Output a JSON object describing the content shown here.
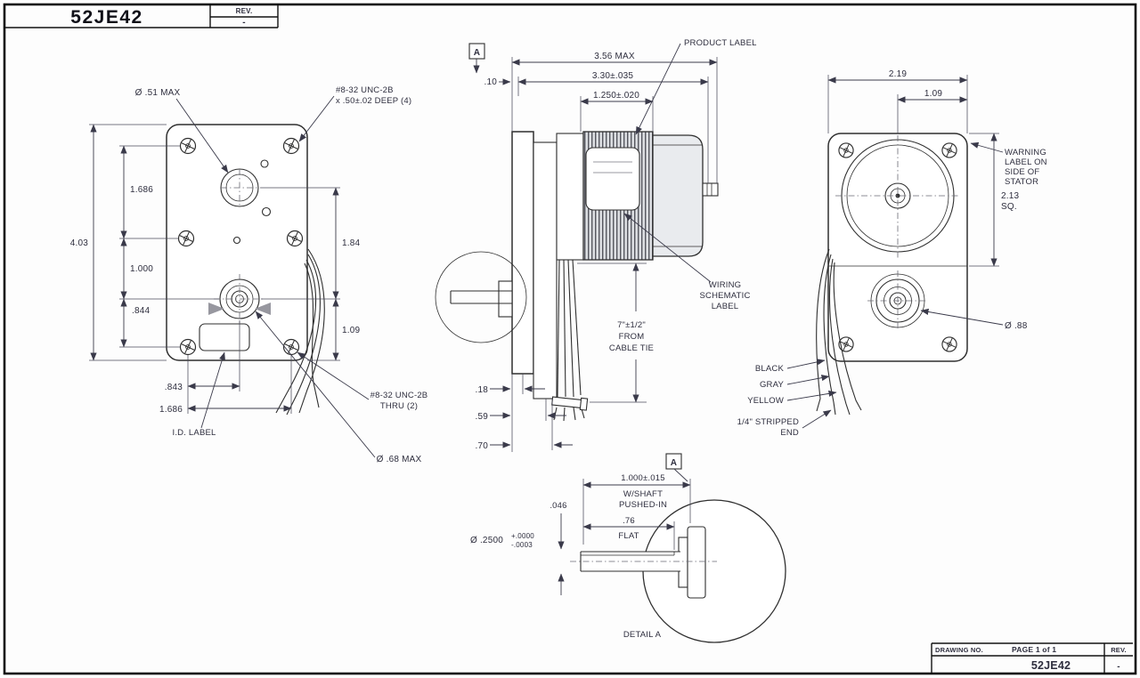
{
  "title_block": {
    "drawing_no": "52JE42",
    "rev_label": "REV.",
    "rev_value": "-"
  },
  "footer_block": {
    "drawing_no_label": "DRAWING NO.",
    "page_label": "PAGE 1 of 1",
    "rev_label": "REV.",
    "drawing_no": "52JE42",
    "rev_value": "-"
  },
  "front_view": {
    "dia_boss": "Ø .51 MAX",
    "tap_spec": [
      "#8-32 UNC-2B",
      "x .50±.02 DEEP (4)"
    ],
    "dim_height": "4.03",
    "dim_screw_span": "1.686",
    "dim_screw_shaft": "1.000",
    "dim_shaft_screw": ".844",
    "dim_boss_shaft": "1.84",
    "dim_shaft_bottom": "1.09",
    "dim_half_span": ".843",
    "dim_span_bottom": "1.686",
    "thru_spec": [
      "#8-32 UNC-2B",
      "THRU (2)"
    ],
    "id_label": "I.D. LABEL",
    "dia_shaft_boss": "Ø .68 MAX"
  },
  "side_view": {
    "section_marker": "A",
    "product_label": "PRODUCT LABEL",
    "dim_depth_max": "3.56 MAX",
    "dim_depth": "3.30±.035",
    "dim_motor": "1.250±.020",
    "dim_face": ".10",
    "wiring_label": [
      "WIRING",
      "SCHEMATIC",
      "LABEL"
    ],
    "cable_note": [
      "7\"±1/2\"",
      "FROM",
      "CABLE TIE"
    ],
    "dim_plate": ".18",
    "dim_hub": ".59",
    "dim_shaft_len": ".70"
  },
  "rear_view": {
    "dim_width": "2.19",
    "dim_center": "1.09",
    "warning_label": [
      "WARNING",
      "LABEL ON",
      "SIDE OF",
      "STATOR"
    ],
    "dim_square": [
      "2.13",
      "SQ."
    ],
    "dia_output": "Ø .88",
    "wires": [
      "BLACK",
      "GRAY",
      "YELLOW"
    ],
    "stripped_note": [
      "1/4\" STRIPPED",
      "END"
    ]
  },
  "detail_view": {
    "detail_marker": "A",
    "dim_shaft": [
      "1.000±.015",
      "W/SHAFT",
      "PUSHED-IN"
    ],
    "dim_flat_depth": ".046",
    "dim_flat": [
      ".76",
      "FLAT"
    ],
    "dia_shaft": "Ø .2500",
    "dia_tol_plus": "+.0000",
    "dia_tol_minus": "-.0003",
    "caption": "DETAIL A"
  }
}
